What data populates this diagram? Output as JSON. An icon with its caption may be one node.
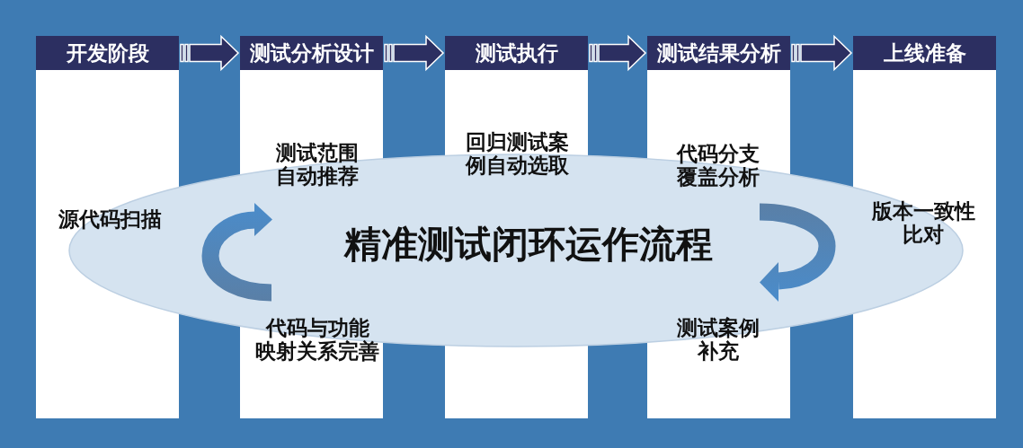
{
  "diagram": {
    "nodes": [
      {
        "text": [
          "开发阶段"
        ]
      },
      {
        "text": [
          "测试分析设计"
        ]
      },
      {
        "text": [
          "测试执行"
        ]
      },
      {
        "text": [
          "测试结果分析"
        ]
      },
      {
        "text": [
          "上线准备"
        ]
      },
      {
        "text": [
          "精准测试闭环运作流程",
          "测试范围自动推荐",
          "代码分支覆盖分析",
          "源代码扫描",
          "版本一致性比对"
        ],
        "beside": [
          "回归测试案例自动选取",
          "代码与功能映射关系完善",
          "测试案例补充"
        ]
      }
    ],
    "edges": [
      {
        "from": 0,
        "to": 1,
        "arrow": "to"
      },
      {
        "from": 1,
        "to": 2,
        "arrow": "to"
      },
      {
        "from": 2,
        "to": 3,
        "arrow": "to"
      },
      {
        "from": 3,
        "to": 4,
        "arrow": "to"
      }
    ]
  }
}
